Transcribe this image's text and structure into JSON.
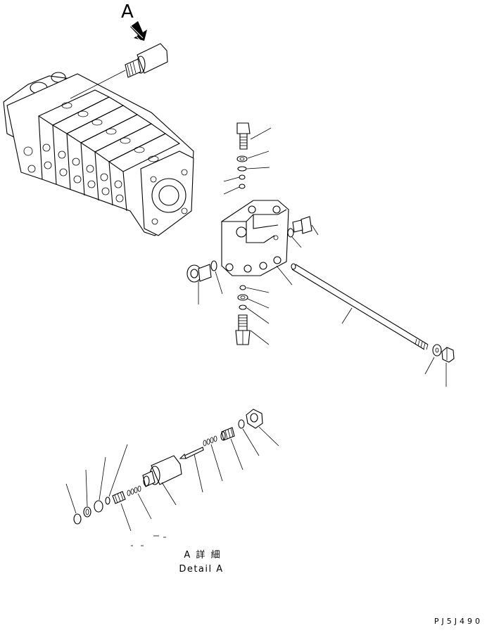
{
  "view_label": "A",
  "detail_title_jp": "A 詳 細",
  "detail_title_en": "Detail A",
  "drawing_code": "PJ5J490",
  "colors": {
    "ink": "#000000",
    "paper": "#ffffff"
  }
}
